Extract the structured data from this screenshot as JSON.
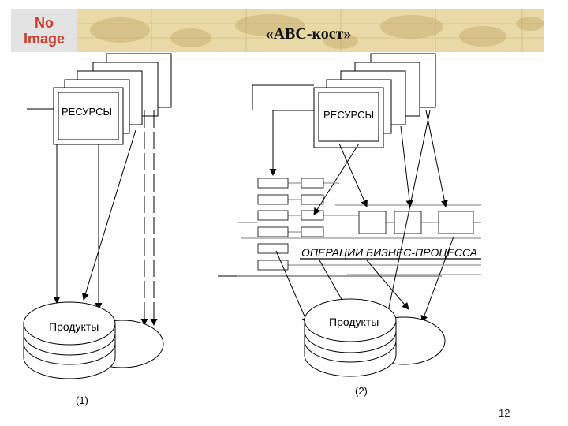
{
  "header": {
    "title": "«ABC-кост»",
    "logo_line1": "No",
    "logo_line2": "Image"
  },
  "diagram": {
    "left": {
      "resources_label": "РЕСУРСЫ",
      "products_label": "Продукты",
      "caption": "(1)"
    },
    "right": {
      "resources_label": "РЕСУРСЫ",
      "products_label": "Продукты",
      "operations_label": "ОПЕРАЦИИ  БИЗНЕС-ПРОЦЕССА",
      "caption": "(2)"
    }
  },
  "footer": {
    "page_number": "12"
  },
  "colors": {
    "band": "#e9d9a6",
    "logo_text": "#ce3b2d",
    "ink": "#000000"
  }
}
